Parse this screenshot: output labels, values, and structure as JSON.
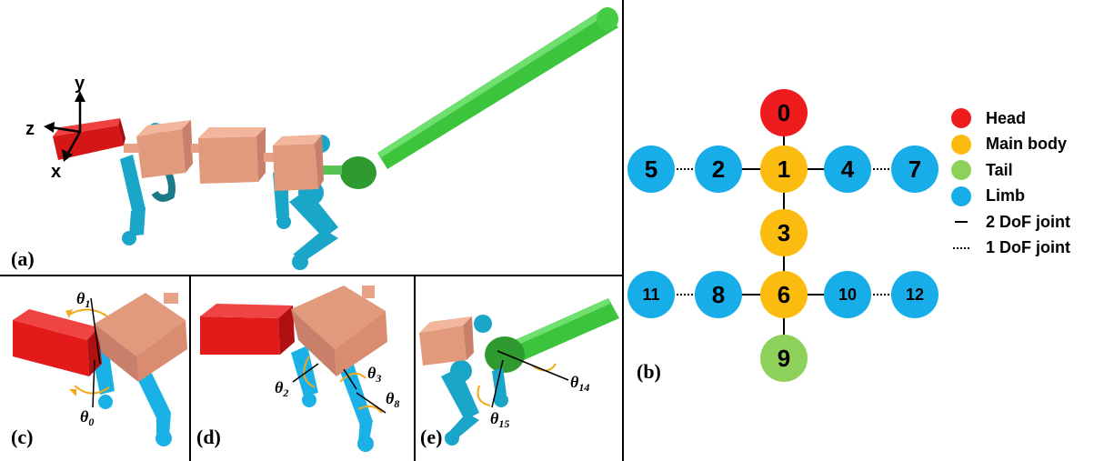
{
  "panels": {
    "a": "(a)",
    "b": "(b)",
    "c": "(c)",
    "d": "(d)",
    "e": "(e)"
  },
  "axes": {
    "x": "x",
    "y": "y",
    "z": "z"
  },
  "joint_angles": {
    "c": [
      {
        "symbol": "θ",
        "sub": "1"
      },
      {
        "symbol": "θ",
        "sub": "0"
      }
    ],
    "d": [
      {
        "symbol": "θ",
        "sub": "2"
      },
      {
        "symbol": "θ",
        "sub": "3"
      },
      {
        "symbol": "θ",
        "sub": "8"
      }
    ],
    "e": [
      {
        "symbol": "θ",
        "sub": "14"
      },
      {
        "symbol": "θ",
        "sub": "15"
      }
    ]
  },
  "graph": {
    "nodes": [
      {
        "id": "0",
        "type": "head"
      },
      {
        "id": "1",
        "type": "main"
      },
      {
        "id": "2",
        "type": "limb"
      },
      {
        "id": "3",
        "type": "main"
      },
      {
        "id": "4",
        "type": "limb"
      },
      {
        "id": "5",
        "type": "limb"
      },
      {
        "id": "6",
        "type": "main"
      },
      {
        "id": "7",
        "type": "limb"
      },
      {
        "id": "8",
        "type": "limb"
      },
      {
        "id": "9",
        "type": "tail"
      },
      {
        "id": "10",
        "type": "limb"
      },
      {
        "id": "11",
        "type": "limb"
      },
      {
        "id": "12",
        "type": "limb"
      }
    ],
    "edges": [
      {
        "from": "0",
        "to": "1",
        "dof": 2
      },
      {
        "from": "1",
        "to": "2",
        "dof": 2
      },
      {
        "from": "1",
        "to": "4",
        "dof": 2
      },
      {
        "from": "2",
        "to": "5",
        "dof": 1
      },
      {
        "from": "4",
        "to": "7",
        "dof": 1
      },
      {
        "from": "1",
        "to": "3",
        "dof": 2
      },
      {
        "from": "3",
        "to": "6",
        "dof": 2
      },
      {
        "from": "6",
        "to": "8",
        "dof": 2
      },
      {
        "from": "6",
        "to": "10",
        "dof": 2
      },
      {
        "from": "8",
        "to": "11",
        "dof": 1
      },
      {
        "from": "10",
        "to": "12",
        "dof": 1
      },
      {
        "from": "6",
        "to": "9",
        "dof": 2
      }
    ]
  },
  "legend": {
    "head": "Head",
    "main": "Main body",
    "tail": "Tail",
    "limb": "Limb",
    "joint2": "2 DoF joint",
    "joint1": "1 DoF joint"
  },
  "colors": {
    "head": "#ee1c1c",
    "main": "#fbbc0f",
    "tail": "#8ed15a",
    "limb": "#17ade9",
    "body_segment": "#e9a084",
    "tail_pole": "#3cc43c",
    "arrow_orange": "#f2a91c"
  }
}
